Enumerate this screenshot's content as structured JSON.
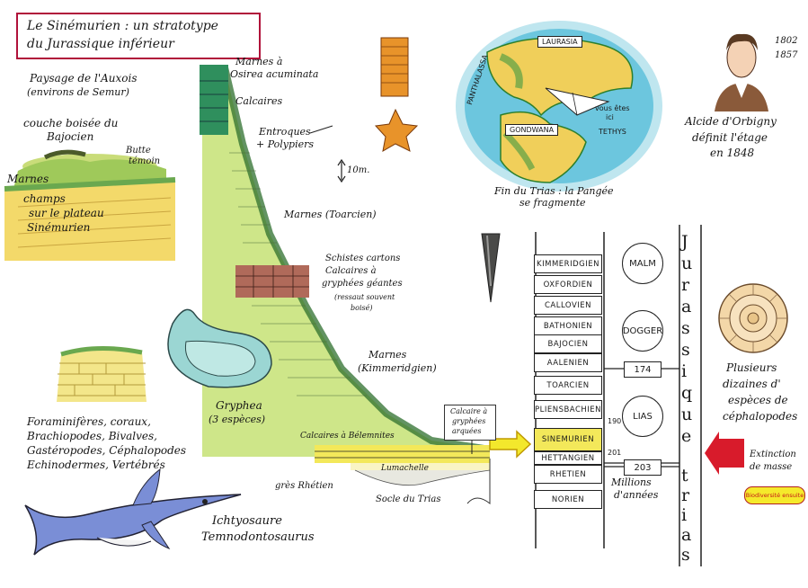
{
  "title": {
    "line1": "Le Sinémurien : un stratotype",
    "line2": "du Jurassique inférieur"
  },
  "landscape": {
    "heading1": "Paysage de l'Auxois",
    "heading2": "(environs de Semur)",
    "bajocien1": "couche boisée du",
    "bajocien2": "Bajocien",
    "butte1": "Butte",
    "butte2": "témoin",
    "marnes": "Marnes",
    "champs1": "champs",
    "champs2": "sur le plateau",
    "champs3": "Sinémurien"
  },
  "section": {
    "marnes_osirea1": "Marnes à",
    "marnes_osirea2": "Osirea acuminata",
    "calcaires": "Calcaires",
    "entroques1": "Entroques",
    "entroques2": "+ Polypiers",
    "scale": "10m.",
    "marnes_toarcien": "Marnes (Toarcien)",
    "schistes1": "Schistes cartons",
    "schistes2": "Calcaires à",
    "schistes3": "gryphées géantes",
    "schistes4": "(ressaut souvent",
    "schistes5": "boisé)",
    "marnes_kimm1": "Marnes",
    "marnes_kimm2": "(Kimmeridgien)",
    "calc_gryphees1": "Calcaire à",
    "calc_gryphees2": "gryphées",
    "calc_gryphees3": "arquées",
    "calc_belemnites": "Calcaires à Bélemnites",
    "lumachelle": "Lumachelle",
    "gres": "grès Rhétien",
    "socle": "Socle du Trias"
  },
  "map": {
    "laurasia": "LAURASIA",
    "panthalassa": "PANTHALASSA",
    "gondwana": "GONDWANA",
    "tethys": "TETHYS",
    "vous1": "vous êtes",
    "vous2": "ici",
    "caption1": "Fin du Trias : la Pangée",
    "caption2": "se fragmente"
  },
  "portrait": {
    "years1": "1802",
    "years2": "1857",
    "cap1": "Alcide d'Orbigny",
    "cap2": "définit l'étage",
    "cap3": "en 1848"
  },
  "gryphea": {
    "cap1": "Gryphea",
    "cap2": "(3 espèces)"
  },
  "fauna": {
    "line1": "Foraminifères, coraux,",
    "line2": "Brachiopodes, Bivalves,",
    "line3": "Gastéropodes, Céphalopodes",
    "line4": "Echinodermes, Vertébrés"
  },
  "ichthyosaur": {
    "cap1": "Ichtyosaure",
    "cap2": "Temnodontosaurus"
  },
  "timescale": {
    "stages": [
      "KIMMERIDGIEN",
      "OXFORDIEN",
      "CALLOVIEN",
      "BATHONIEN",
      "BAJOCIEN",
      "AALENIEN",
      "TOARCIEN",
      "PLIENSBACHIEN",
      "SINEMURIEN",
      "HETTANGIEN",
      "RHETIEN",
      "NORIEN"
    ],
    "epochs": [
      "MALM",
      "DOGGER",
      "LIAS"
    ],
    "age_174": "174",
    "age_190": "190",
    "age_201": "201",
    "age_203": "203",
    "millions1": "Millions",
    "millions2": "d'années",
    "jurassique": [
      "J",
      "u",
      "r",
      "a",
      "s",
      "s",
      "i",
      "q",
      "u",
      "e"
    ],
    "trias": [
      "t",
      "r",
      "i",
      "a",
      "s"
    ],
    "highlight_color": "#f3e85a"
  },
  "ammonite": {
    "cap1": "Plusieurs",
    "cap2": "dizaines d'",
    "cap3": "espèces de",
    "cap4": "céphalopodes"
  },
  "extinction": {
    "line1": "Extinction",
    "line2": "de masse",
    "badge": "Biodiversité ensuite"
  }
}
